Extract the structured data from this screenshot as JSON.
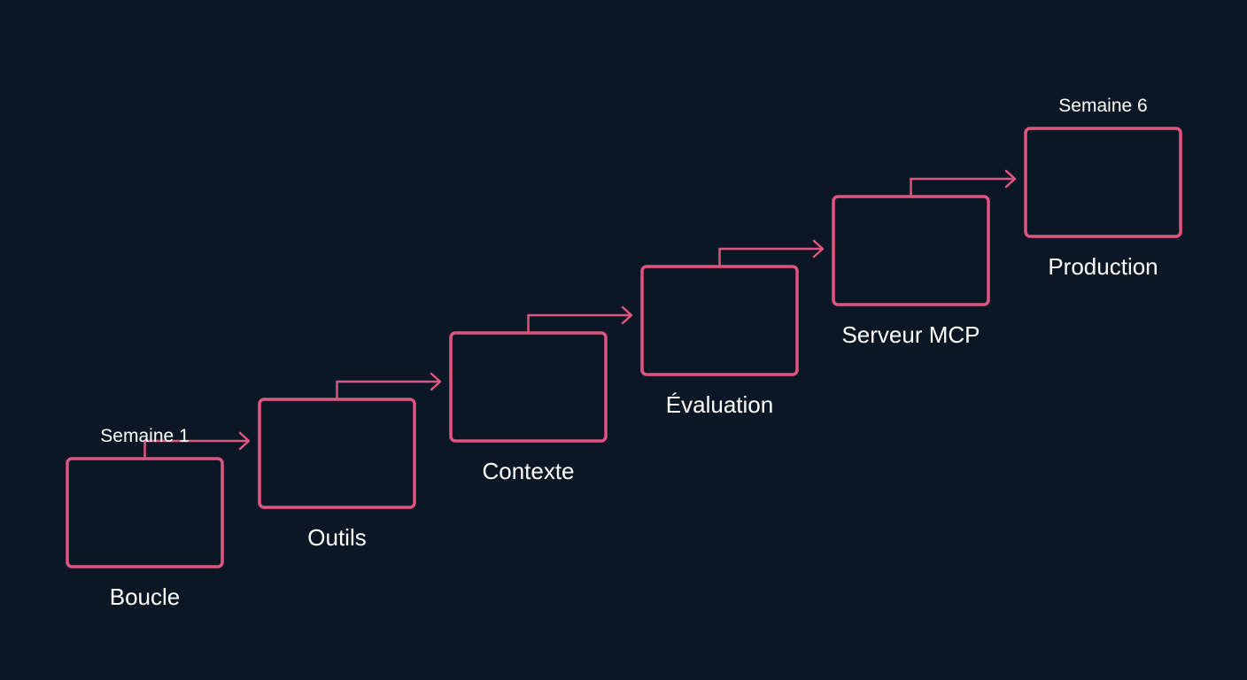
{
  "colors": {
    "background": "#0b1724",
    "accent": "#e0557f",
    "text": "#ffffff"
  },
  "steps": [
    {
      "label": "Boucle",
      "week": "Semaine 1"
    },
    {
      "label": "Outils",
      "week": ""
    },
    {
      "label": "Contexte",
      "week": ""
    },
    {
      "label": "Évaluation",
      "week": ""
    },
    {
      "label": "Serveur MCP",
      "week": ""
    },
    {
      "label": "Production",
      "week": "Semaine 6"
    }
  ]
}
